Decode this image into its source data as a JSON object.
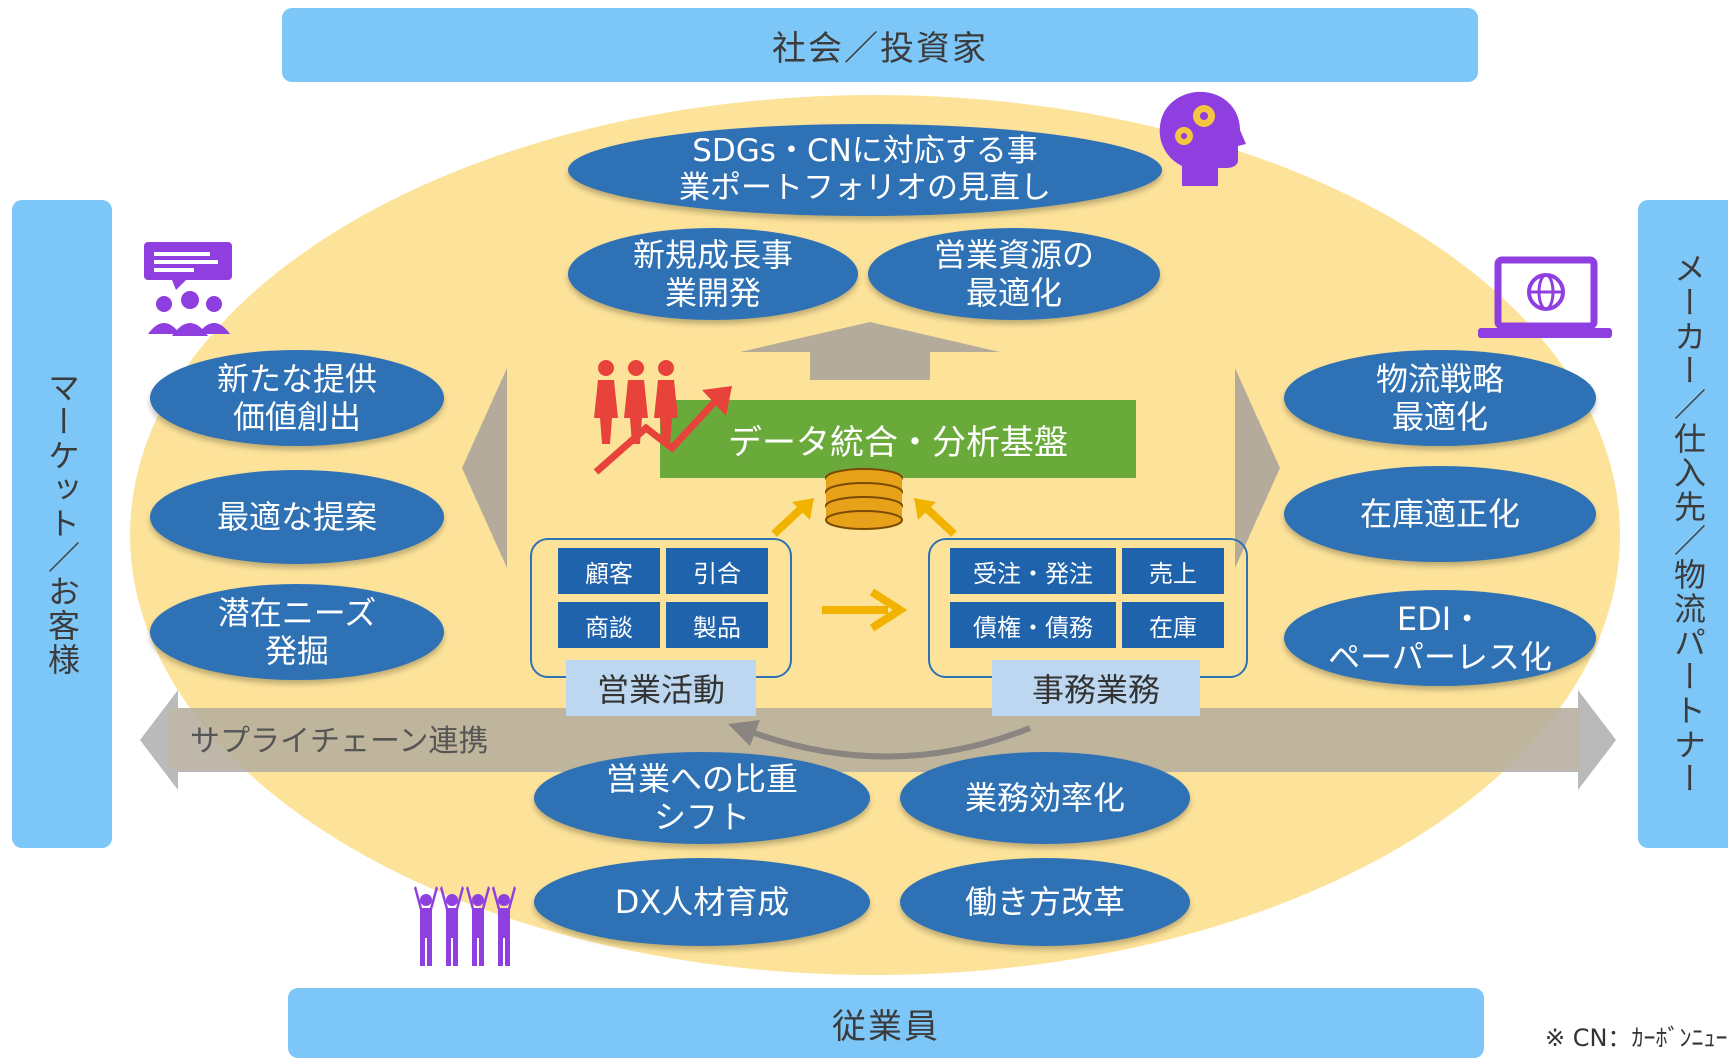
{
  "top_bar": "社会／投資家",
  "bottom_bar": "従業員",
  "left_bar": "マーケット／お客様",
  "right_bar": "メーカー／仕入先／物流パートナー",
  "supply_chain_label": "サプライチェーン連携",
  "platform_label": "データ統合・分析基盤",
  "top_pills": {
    "sdgs": "SDGs・CNに対応する事\n業ポートフォリオの見直し",
    "new_business": "新規成長事\n業開発",
    "sales_resources": "営業資源の\n最適化"
  },
  "left_pills": {
    "value": "新たな提供\n価値創出",
    "proposal": "最適な提案",
    "needs": "潜在ニーズ\n発掘"
  },
  "right_pills": {
    "logistics": "物流戦略\n最適化",
    "inventory": "在庫適正化",
    "edi": "EDI・\nペーパーレス化"
  },
  "bottom_pills": {
    "shift": "営業への比重\nシフト",
    "efficiency": "業務効率化",
    "dx": "DX人材育成",
    "work_style": "働き方改革"
  },
  "sales_box": {
    "label": "営業活動",
    "cells": [
      "顧客",
      "引合",
      "商談",
      "製品"
    ]
  },
  "office_box": {
    "label": "事務業務",
    "cells": [
      "受注・発注",
      "売上",
      "債権・債務",
      "在庫"
    ]
  },
  "footnote": "※ CN：ｶｰﾎﾞﾝﾆｭｰ",
  "colors": {
    "bar": "#7dc6f8",
    "ellipse": "#fde39a",
    "pill": "#2e71b5",
    "platform": "#6aaa3a",
    "icon_purple": "#8f3fe0",
    "icon_red": "#e8433b"
  }
}
